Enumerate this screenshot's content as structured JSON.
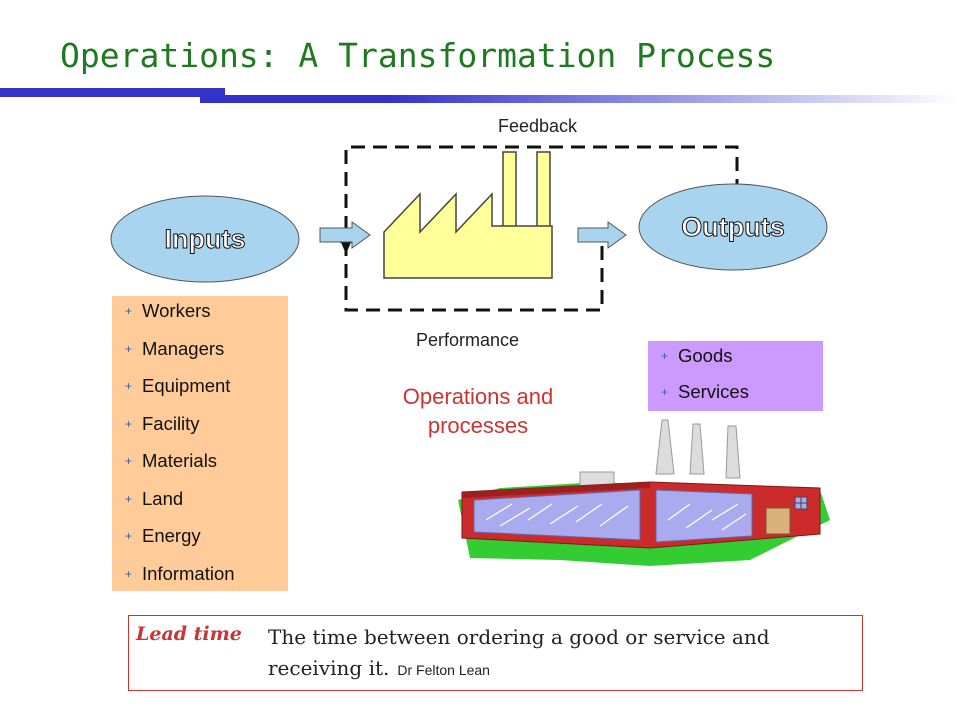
{
  "title": "Operations: A Transformation Process",
  "labels": {
    "feedback": "Feedback",
    "performance": "Performance",
    "inputs": "Inputs",
    "outputs": "Outputs",
    "operations": "Operations and processes"
  },
  "inputs_list": [
    "Workers",
    "Managers",
    "Equipment",
    "Facility",
    "Materials",
    "Land",
    "Energy",
    "Information"
  ],
  "outputs_list": [
    "Goods",
    "Services"
  ],
  "lead_time": {
    "term": "Lead time",
    "definition": "The time between ordering a good or service and receiving it.",
    "author": "Dr Felton Lean"
  },
  "colors": {
    "title": "#1f7a1f",
    "ellipse": "#a8d4ef",
    "inputs_box": "#ffcc99",
    "outputs_box": "#cc99ff",
    "factory_icon": "#ffff99",
    "accent_red": "#cc3333"
  },
  "icons": {
    "bullet": "plus-bullet-icon",
    "process": "factory-icon",
    "illustration": "factory-building-icon"
  }
}
